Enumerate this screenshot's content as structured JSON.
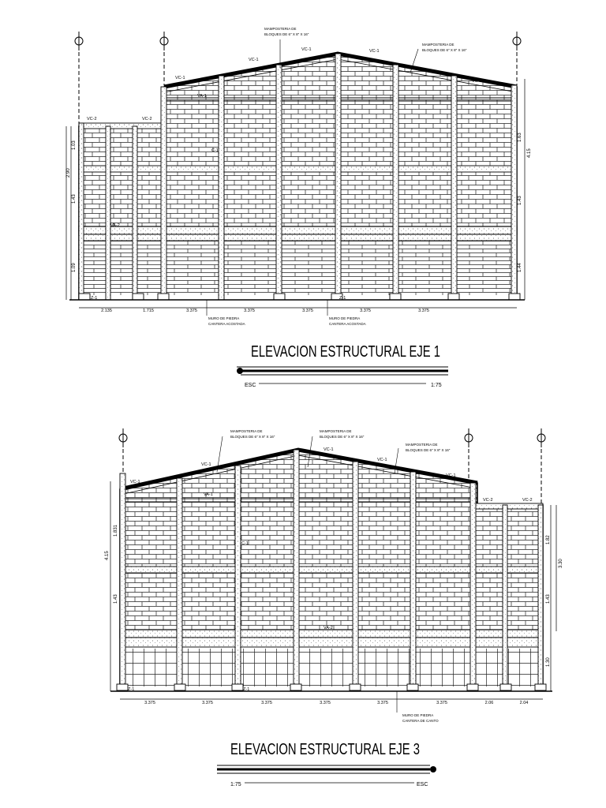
{
  "eje1": {
    "title": "ELEVACION ESTRUCTURAL EJE 1",
    "scale_prefix": "ESC",
    "scale_value": "1:75",
    "notes": [
      {
        "line1": "MAMPOSTERIA DE",
        "line2": "BLOQUES DE 6\" X 8\" X 16\""
      },
      {
        "line1": "MAMPOSTERIA DE",
        "line2": "BLOQUES DE 6\" X 8\" X 16\""
      },
      {
        "line1": "MURO DE PIEDRA",
        "line2": "CANTERA ACOSTADA"
      },
      {
        "line1": "MURO DE PIEDRA",
        "line2": "CANTERA ACOSTADA"
      }
    ],
    "bottom_dims": [
      "2.135",
      "1.715",
      "3.375",
      "3.375",
      "3.375",
      "3.375",
      "3.375"
    ],
    "left_dims": [
      "1.03",
      "2.90",
      "1.43",
      "1.09"
    ],
    "right_dims": [
      "4.15",
      "1.63",
      "1.43",
      "1.44"
    ],
    "beam_labels": [
      "VC-1",
      "VC-1",
      "VC-1",
      "VC-1",
      "VC-1",
      "VC-2",
      "VC-2"
    ],
    "wall_labels": [
      "VA-2",
      "VA-1"
    ],
    "column_label": "C-1",
    "footing_label": "Z-1"
  },
  "eje3": {
    "title": "ELEVACION ESTRUCTURAL EJE 3",
    "scale_prefix": "ESC",
    "scale_value": "1:75",
    "notes": [
      {
        "line1": "MAMPOSTERIA DE",
        "line2": "BLOQUES DE 6\" X 8\" X 16\""
      },
      {
        "line1": "MAMPOSTERIA DE",
        "line2": "BLOQUES DE 6\" X 8\" X 16\""
      },
      {
        "line1": "MAMPOSTERIA DE",
        "line2": "BLOQUES DE 6\" X 8\" X 16\""
      },
      {
        "line1": "MURO DE PIEDRA",
        "line2": "CANTERA DE CANTO"
      }
    ],
    "bottom_dims": [
      "3.375",
      "3.375",
      "3.375",
      "3.375",
      "3.375",
      "3.375",
      "2.06",
      "2.04"
    ],
    "left_dims": [
      "4.15",
      "1.831",
      "1.43"
    ],
    "right_dims": [
      "3.30",
      "1.82",
      "1.43",
      "1.30"
    ],
    "beam_labels": [
      "VC-1",
      "VC-1",
      "VC-1",
      "VC-1",
      "VC-1",
      "VC-2",
      "VC-2"
    ],
    "wall_labels": [
      "VA-1",
      "VA-2"
    ],
    "column_label": "C-1",
    "footing_label": "Z-1"
  }
}
